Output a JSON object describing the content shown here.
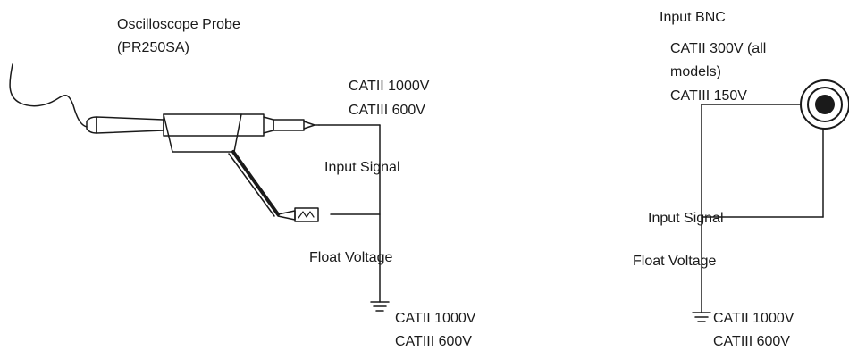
{
  "left": {
    "probe_title": "Oscilloscope Probe",
    "probe_model": "(PR250SA)",
    "top_rating_1": "CATII 1000V",
    "top_rating_2": "CATIII 600V",
    "input_signal": "Input Signal",
    "float_voltage": "Float Voltage",
    "ground_rating_1": "CATII 1000V",
    "ground_rating_2": "CATIII 600V"
  },
  "right": {
    "bnc_title": "Input BNC",
    "bnc_rating_1": "CATII 300V (all",
    "bnc_rating_2": "models)",
    "bnc_rating_3": "CATIII 150V",
    "input_signal": "Input Signal",
    "float_voltage": "Float Voltage",
    "ground_rating_1": "CATII 1000V",
    "ground_rating_2": "CATIII 600V"
  },
  "colors": {
    "line": "#1a1a1a",
    "background": "#ffffff"
  },
  "icons": [
    "probe-tip-icon",
    "ground-clip-icon",
    "ground-symbol-icon",
    "bnc-connector-icon"
  ]
}
